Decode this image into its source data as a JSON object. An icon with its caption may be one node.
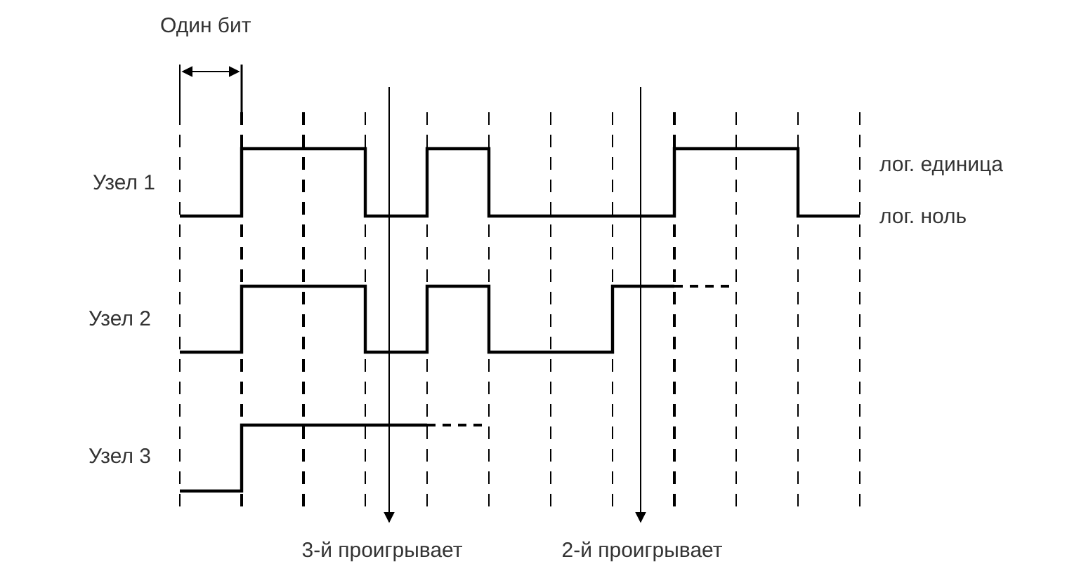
{
  "diagram": {
    "labels": [
      "Один бит",
      "Узел 1",
      "лог. единица",
      "лог. ноль",
      "Узел 2",
      "Узел 3",
      "3-й проигрывает",
      "2-й проигрывает"
    ]
  }
}
